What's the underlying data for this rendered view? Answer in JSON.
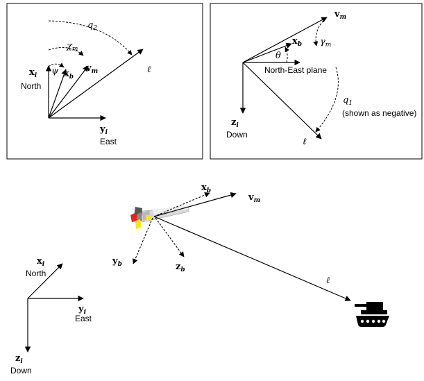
{
  "panel_top_left": {
    "north": "North",
    "east": "East",
    "x_i": "x",
    "x_i_sub": "i",
    "y_i": "y",
    "y_i_sub": "i",
    "x_b": "x",
    "x_b_sub": "b",
    "v_m": "v",
    "v_m_sub": "m",
    "psi": "ψ",
    "chi_m": "χ",
    "chi_m_sub": "m",
    "q2": "q",
    "q2_sub": "2",
    "ell": "ℓ"
  },
  "panel_top_right": {
    "down": "Down",
    "z_i": "z",
    "z_i_sub": "i",
    "ne_plane": "North-East plane",
    "v_m": "v",
    "v_m_sub": "m",
    "x_b": "x",
    "x_b_sub": "b",
    "theta": "θ",
    "gamma_m": "γ",
    "gamma_m_sub": "m",
    "q1": "q",
    "q1_sub": "1",
    "q1_note": "(shown as negative)",
    "ell": "ℓ"
  },
  "bottom": {
    "north": "North",
    "east": "East",
    "down": "Down",
    "x_i": "x",
    "x_i_sub": "i",
    "y_i": "y",
    "y_i_sub": "i",
    "z_i": "z",
    "z_i_sub": "i",
    "x_b": "x",
    "x_b_sub": "b",
    "v_m": "v",
    "v_m_sub": "m",
    "y_b": "y",
    "y_b_sub": "b",
    "z_b": "z",
    "z_b_sub": "b",
    "ell": "ℓ",
    "missile_icon": "missile-icon",
    "tank_icon": "tank-icon"
  }
}
